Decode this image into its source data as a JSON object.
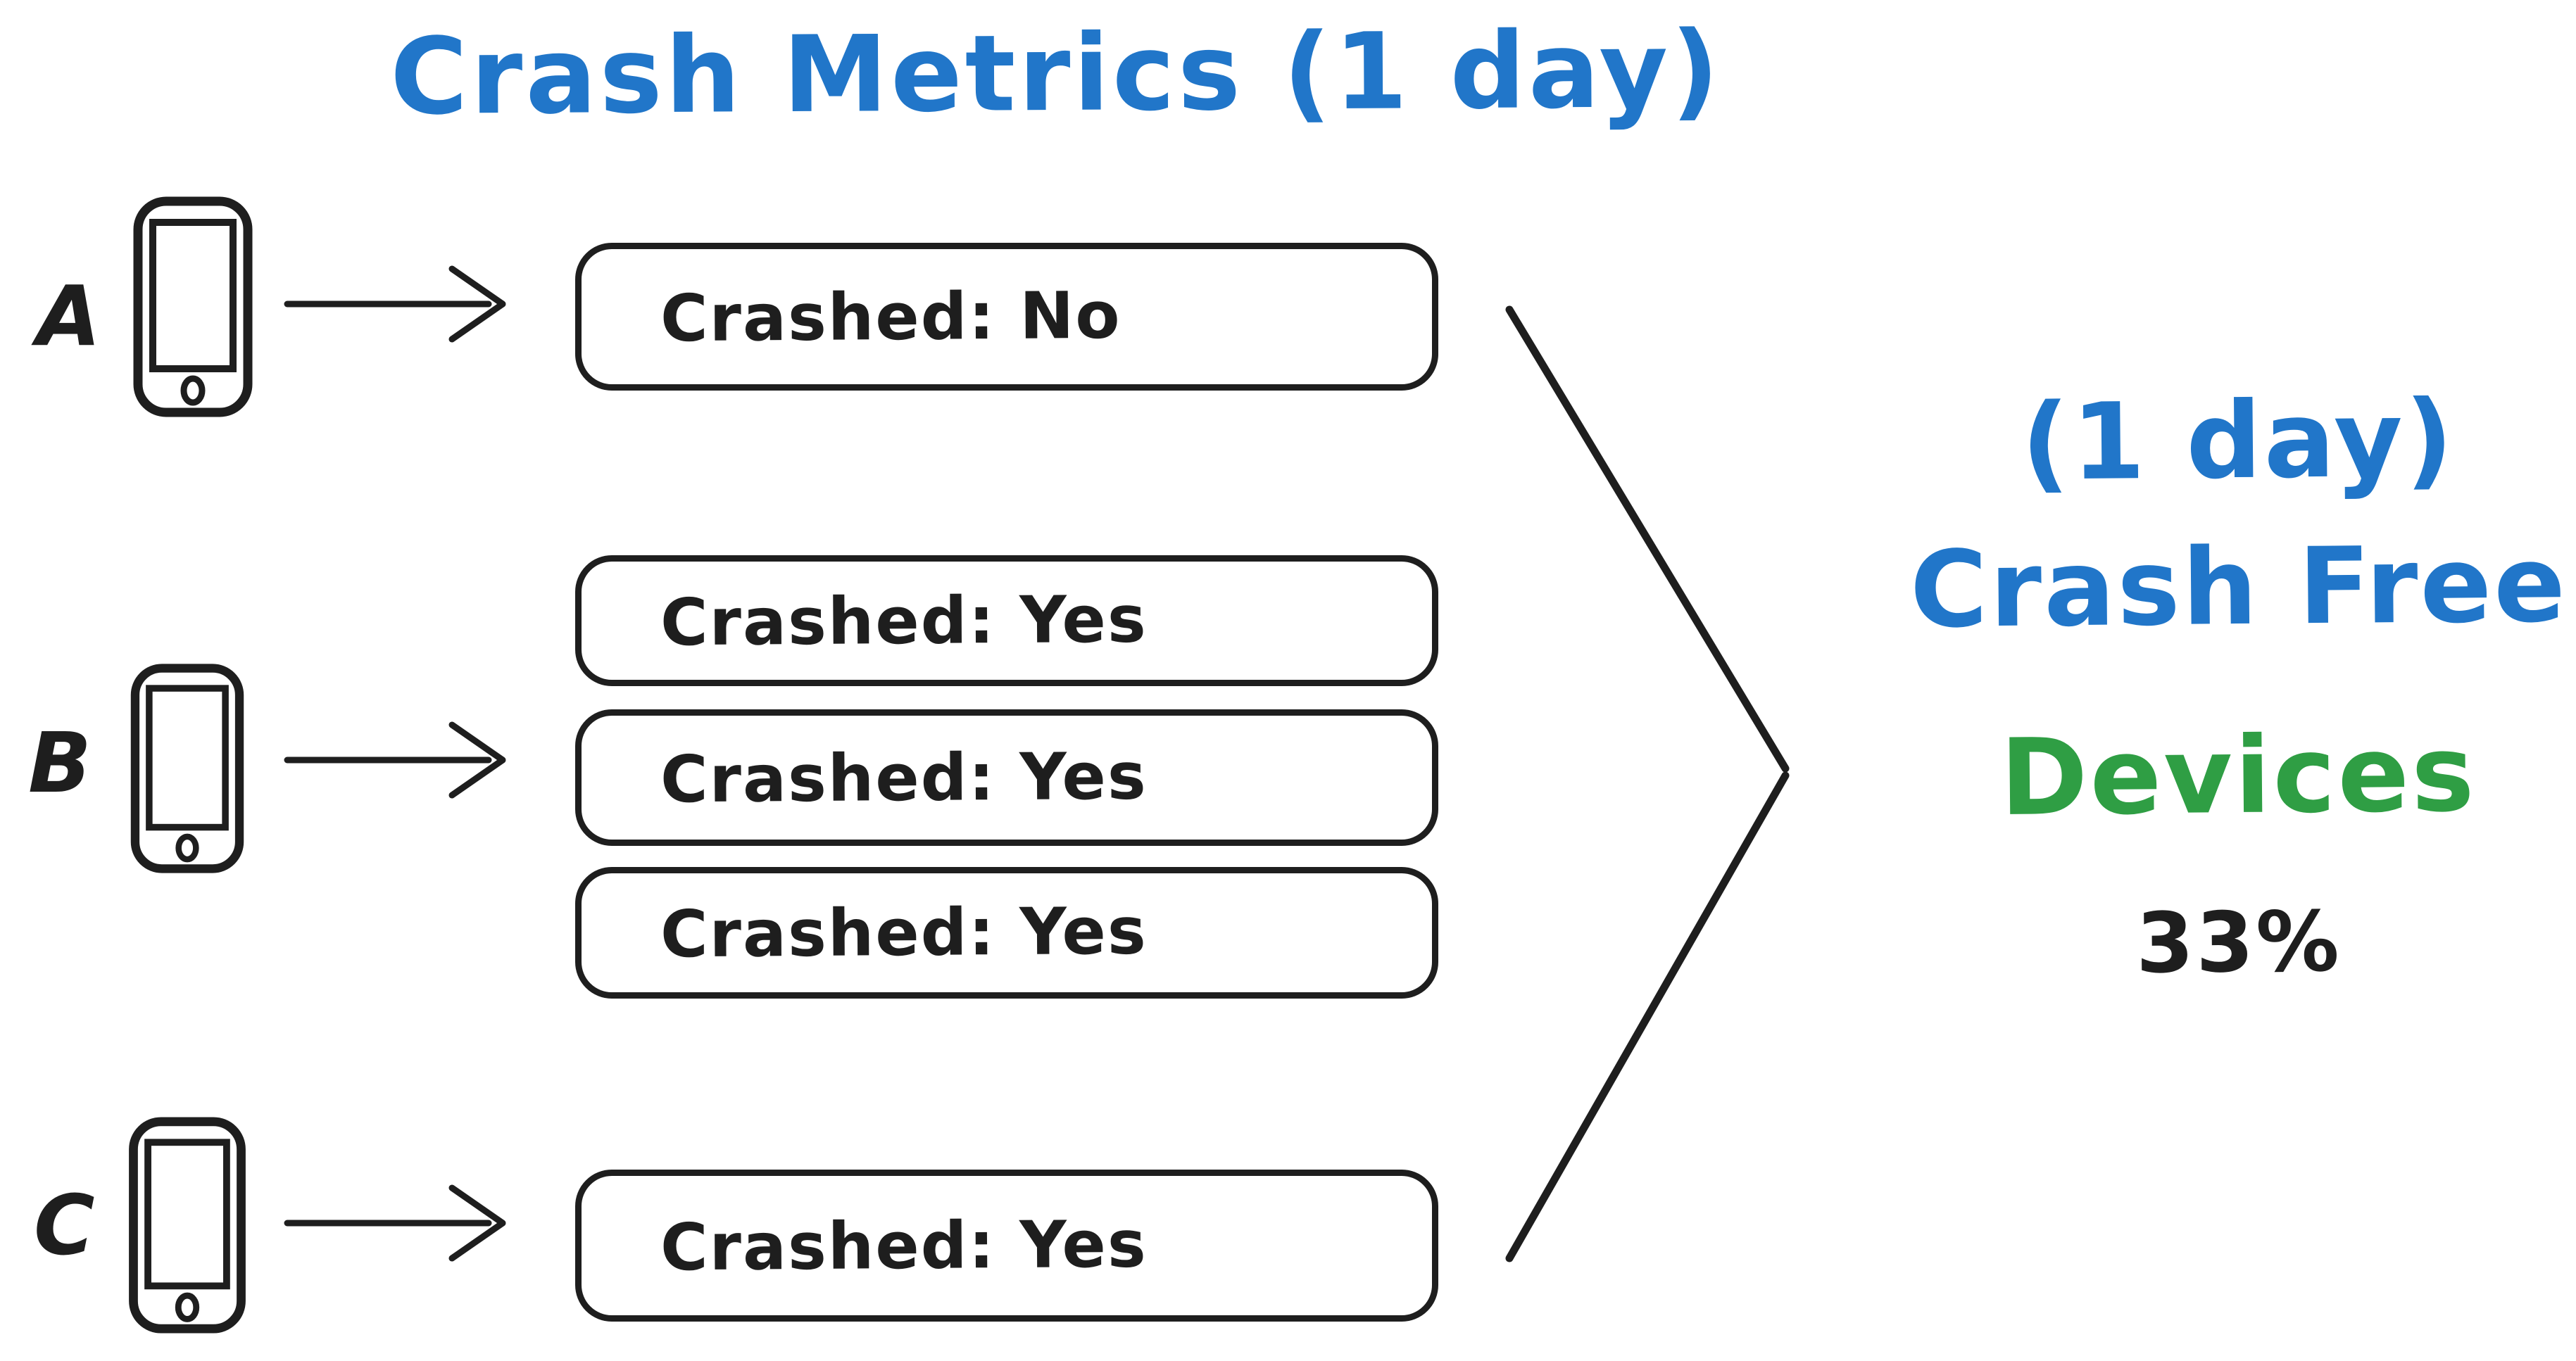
{
  "title": "Crash Metrics (1 day)",
  "palette": {
    "blue": "#2176c9",
    "green": "#2f9e44",
    "ink": "#1e1e1e",
    "background": "#ffffff"
  },
  "devices": [
    {
      "label": "A",
      "sessions": [
        {
          "text": "Crashed: No"
        }
      ]
    },
    {
      "label": "B",
      "sessions": [
        {
          "text": "Crashed: Yes"
        },
        {
          "text": "Crashed: Yes"
        },
        {
          "text": "Crashed: Yes"
        }
      ]
    },
    {
      "label": "C",
      "sessions": [
        {
          "text": "Crashed: Yes"
        }
      ]
    }
  ],
  "result": {
    "period": "(1 day)",
    "metric_line1": "Crash Free",
    "metric_line2": "Devices",
    "value": "33%"
  },
  "icons": {
    "phone": "phone-icon",
    "arrow": "right-arrow-icon",
    "merge": "merge-chevron-icon"
  }
}
